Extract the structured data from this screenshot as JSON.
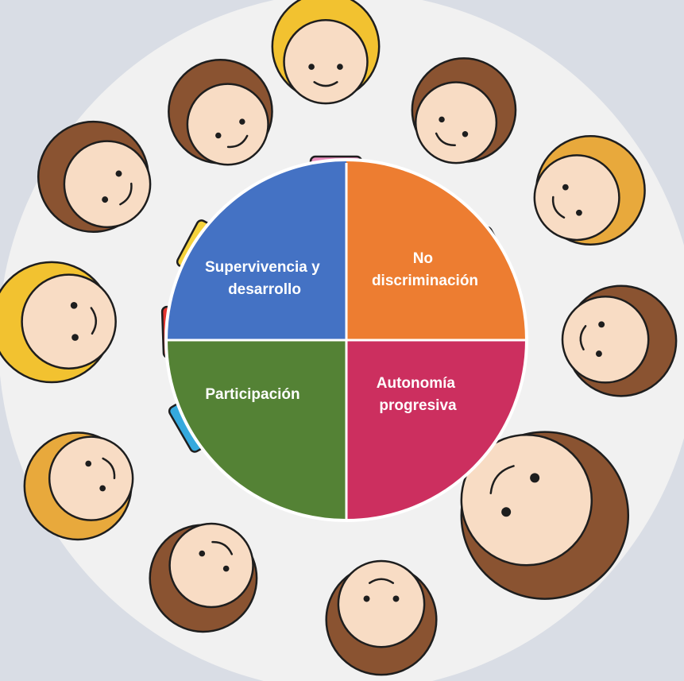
{
  "diagram": {
    "quadrants": [
      {
        "id": "top-left",
        "lines": [
          "Supervivencia y",
          "desarrollo"
        ],
        "color": "#4472c4"
      },
      {
        "id": "top-right",
        "lines": [
          "No",
          "discriminación"
        ],
        "color": "#ed7d31"
      },
      {
        "id": "bottom-left",
        "lines": [
          "Participación"
        ],
        "color": "#548235"
      },
      {
        "id": "bottom-right",
        "lines": [
          "Autonomía",
          "progresiva"
        ],
        "color": "#cc2f5f"
      }
    ]
  },
  "colors": {
    "background": "#d9dde5",
    "halo": "#f1f1f1",
    "skin": "#f8dcc4",
    "outline": "#1e1e1e",
    "hair_brown": "#8a5331",
    "hair_yellow": "#f2c230",
    "hair_orange": "#e8a93c"
  },
  "illustration": {
    "children": [
      {
        "name": "child-top",
        "hair": "yellow",
        "shirt": "#ec8fbf"
      },
      {
        "name": "child-top-right",
        "hair": "brown",
        "shirt": "#2e9b45"
      },
      {
        "name": "child-right-upper",
        "hair": "orange",
        "shirt": "#e27b88"
      },
      {
        "name": "child-right",
        "hair": "brown",
        "shirt": "#f4d23b"
      },
      {
        "name": "child-bottom-right",
        "hair": "brown",
        "shirt": "#a066b7"
      },
      {
        "name": "child-bottom",
        "hair": "brown",
        "shirt": "#2e9b45"
      },
      {
        "name": "child-bottom-left",
        "hair": "brown",
        "shirt": "#ec8fbf"
      },
      {
        "name": "child-left-lower",
        "hair": "orange",
        "shirt": "#35a9dd"
      },
      {
        "name": "child-left",
        "hair": "yellow",
        "shirt": "#e3342f"
      },
      {
        "name": "child-left-upper",
        "hair": "brown",
        "shirt": "#f4d23b"
      },
      {
        "name": "child-top-left",
        "hair": "brown",
        "shirt": "#e3342f"
      }
    ]
  }
}
